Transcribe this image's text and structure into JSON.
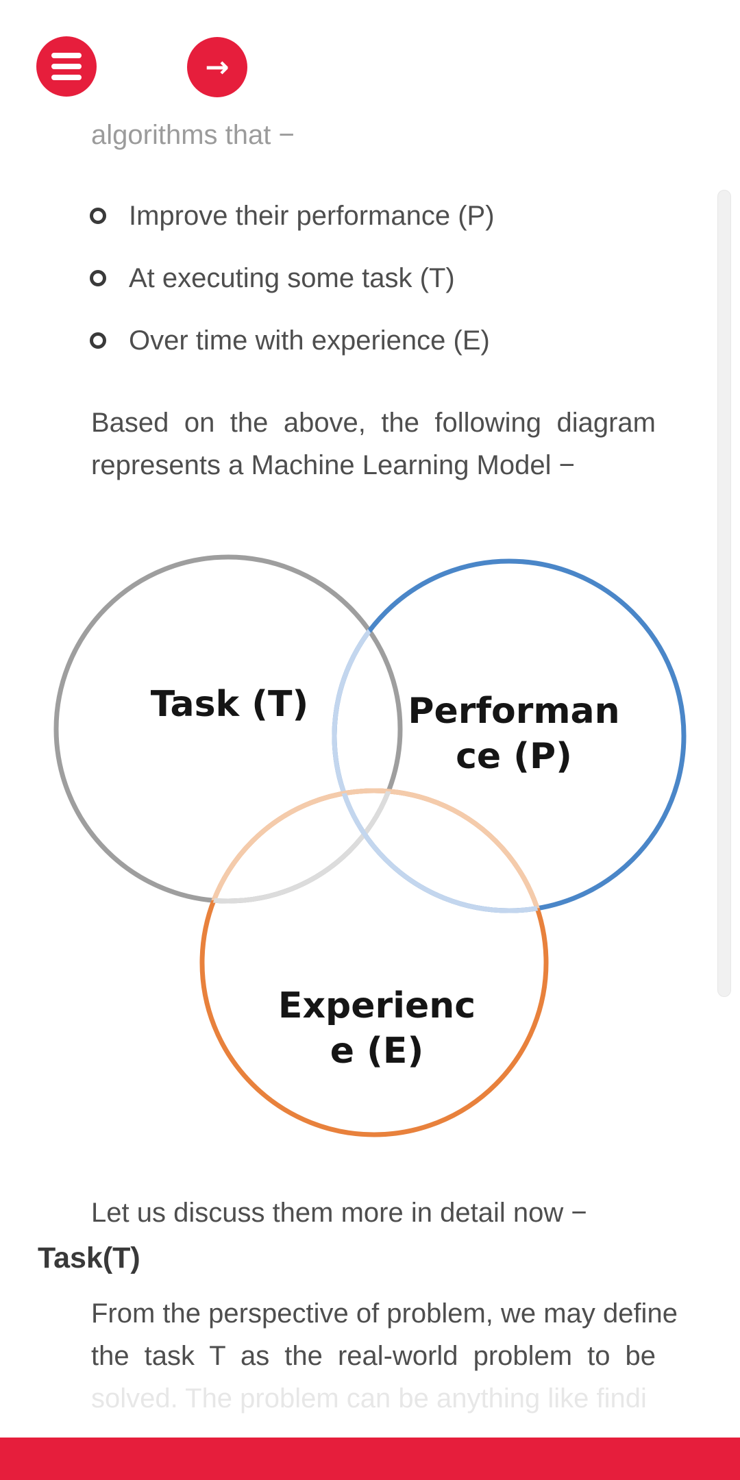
{
  "header": {
    "menu_button": {
      "icon": "hamburger-icon"
    },
    "next_button": {
      "icon": "arrow-right-icon",
      "glyph": "→"
    }
  },
  "colors": {
    "accent_red": "#e61e3c",
    "body_text": "#4e4e4e",
    "muted_text": "#9b9b9b"
  },
  "content": {
    "intro_fragment": "algorithms that −",
    "bullets": [
      "Improve their performance (P)",
      "At executing some task (T)",
      "Over time with experience (E)"
    ],
    "paragraph1_lines": [
      "Based on the above, the following diagram",
      "represents a Machine Learning Model −"
    ],
    "discuss_line": "Let us discuss them more in detail now −",
    "section_heading": "Task(T)",
    "paragraph2_lines": [
      "From the perspective of problem, we may define",
      "the task T as the real-world problem to be",
      "solved. The problem can be anything like findi"
    ]
  },
  "venn": {
    "colors": {
      "task": "#9e9e9e",
      "performance": "#4a86c8",
      "experience": "#e8813c"
    },
    "faded_colors": {
      "task": "#dcdcdc",
      "performance": "#c3d6ee",
      "experience": "#f4cbab"
    },
    "labels": {
      "task": [
        "Task (T)"
      ],
      "performance": [
        "Performan",
        "ce (P)"
      ],
      "experience": [
        "Experienc",
        "e (E)"
      ]
    }
  }
}
